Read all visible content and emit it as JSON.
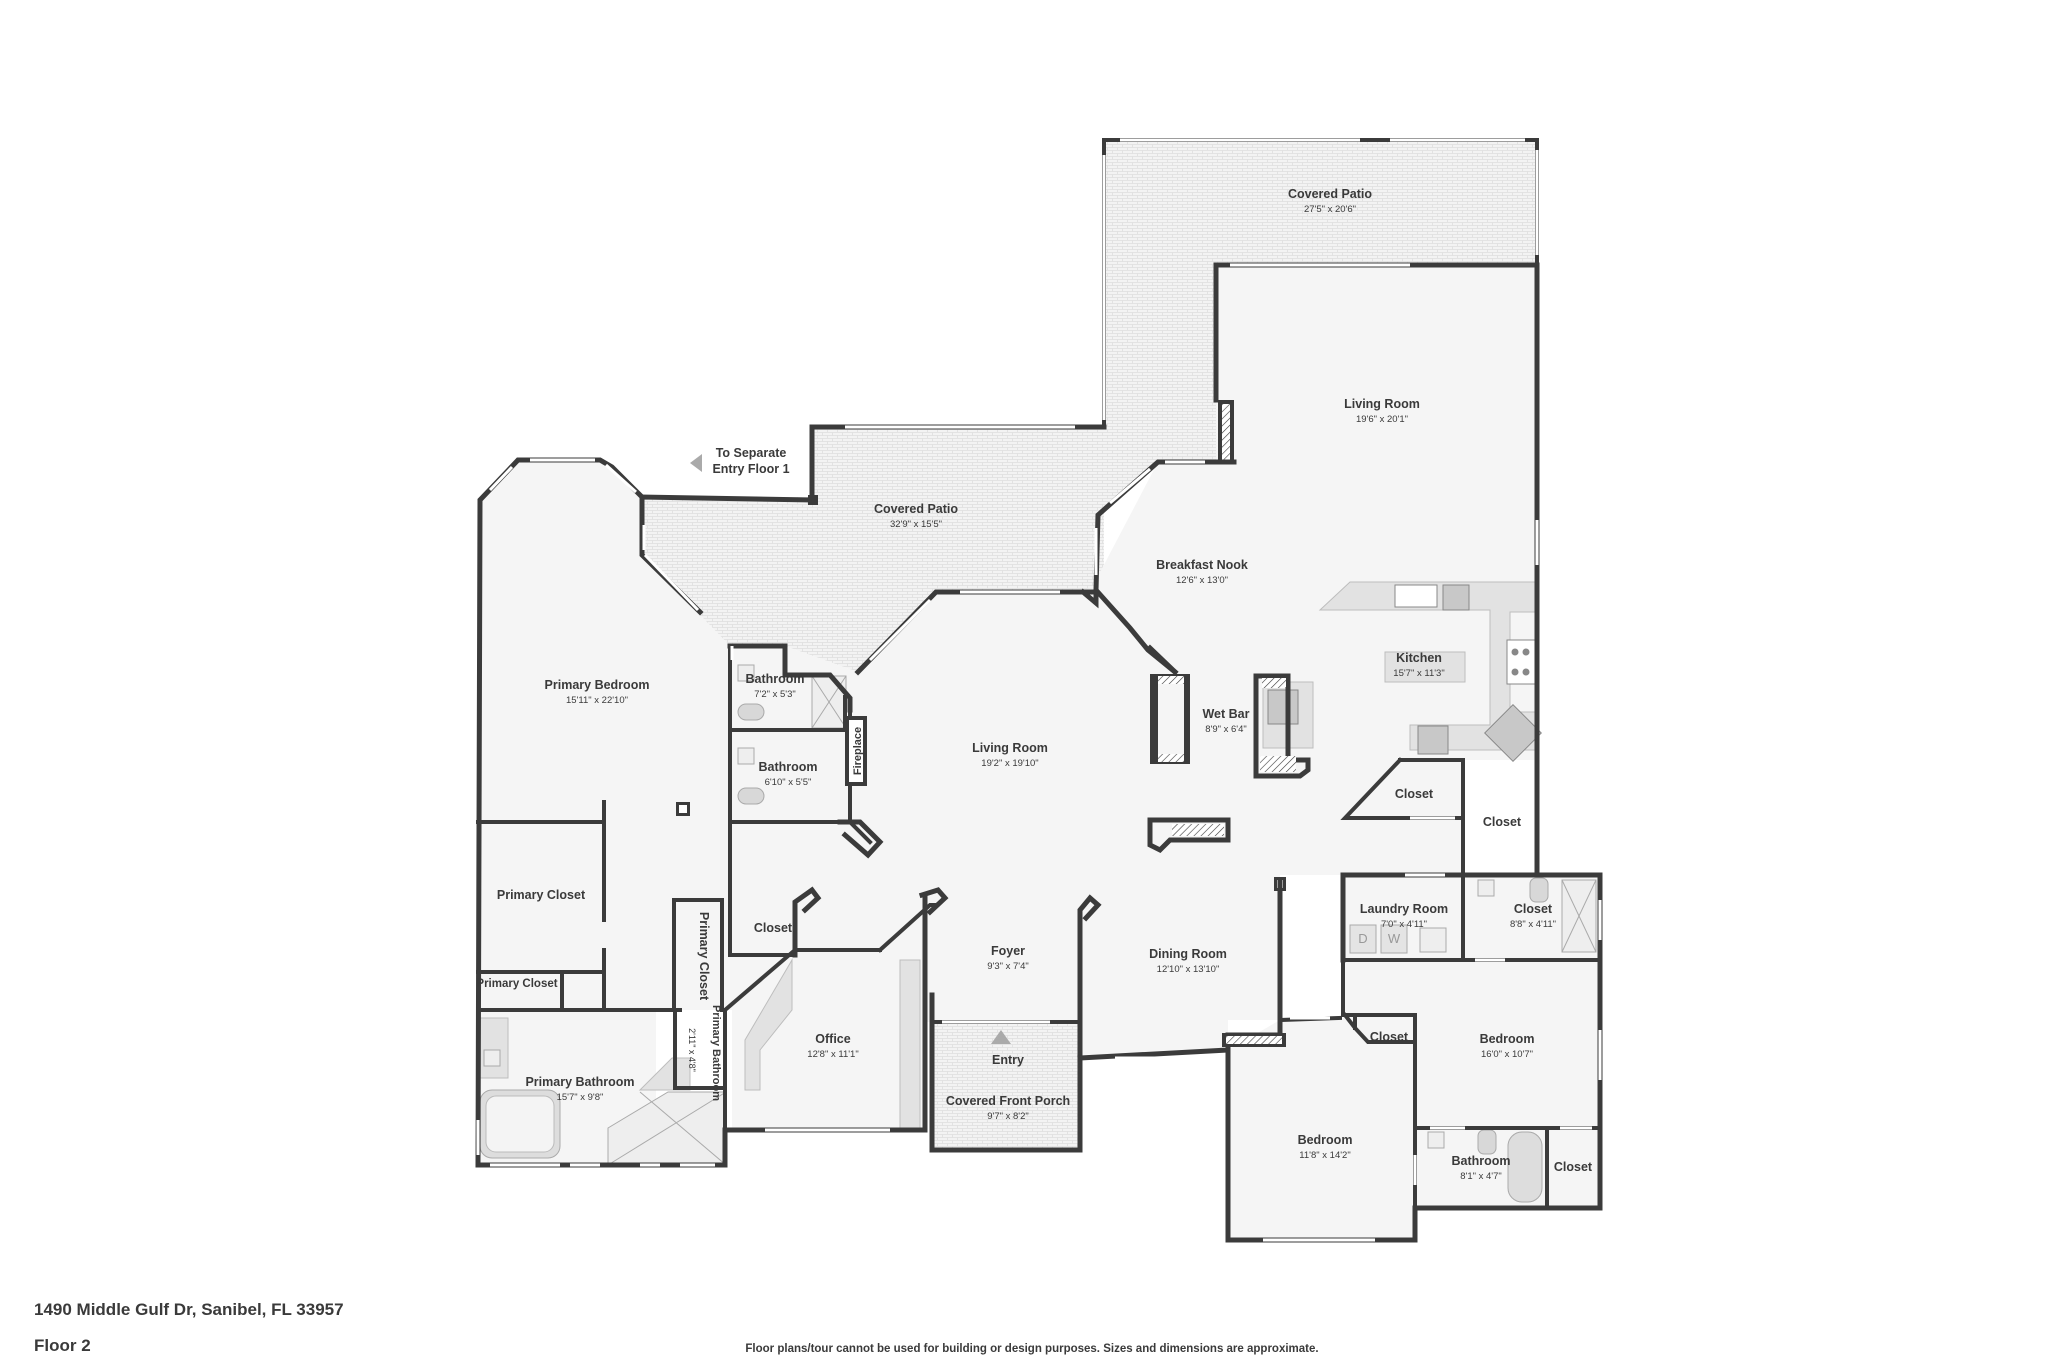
{
  "plan": {
    "rooms": {
      "covered_patio_top": {
        "name": "Covered Patio",
        "dims": "27'5\" x 20'6\""
      },
      "covered_patio_mid": {
        "name": "Covered Patio",
        "dims": "32'9\" x 15'5\""
      },
      "living_room_right": {
        "name": "Living Room",
        "dims": "19'6\" x 20'1\""
      },
      "breakfast_nook": {
        "name": "Breakfast Nook",
        "dims": "12'6\" x 13'0\""
      },
      "kitchen": {
        "name": "Kitchen",
        "dims": "15'7\" x 11'3\""
      },
      "wet_bar": {
        "name": "Wet Bar",
        "dims": "8'9\" x 6'4\""
      },
      "primary_bedroom": {
        "name": "Primary Bedroom",
        "dims": "15'11\" x 22'10\""
      },
      "bathroom_a": {
        "name": "Bathroom",
        "dims": "7'2\" x 5'3\""
      },
      "bathroom_b": {
        "name": "Bathroom",
        "dims": "6'10\" x 5'5\""
      },
      "fireplace": {
        "name": "Fireplace"
      },
      "living_room_center": {
        "name": "Living Room",
        "dims": "19'2\" x 19'10\""
      },
      "closet_upper": {
        "name": "Closet"
      },
      "closet_right": {
        "name": "Closet"
      },
      "primary_closet_large": {
        "name": "Primary Closet"
      },
      "primary_closet_vertical": {
        "name": "Primary Closet"
      },
      "primary_closet_small": {
        "name": "Primary Closet"
      },
      "closet_office": {
        "name": "Closet"
      },
      "foyer": {
        "name": "Foyer",
        "dims": "9'3\" x 7'4\""
      },
      "dining_room": {
        "name": "Dining Room",
        "dims": "12'10\" x 13'10\""
      },
      "laundry_room": {
        "name": "Laundry Room",
        "dims": "7'0\" x 4'11\""
      },
      "closet_laundry": {
        "name": "Closet",
        "dims": "8'8\" x 4'11\""
      },
      "office": {
        "name": "Office",
        "dims": "12'8\" x 11'1\""
      },
      "entry": {
        "name": "Entry"
      },
      "covered_front_porch": {
        "name": "Covered Front Porch",
        "dims": "9'7\" x 8'2\""
      },
      "primary_bathroom": {
        "name": "Primary Bathroom",
        "dims": "15'7\" x 9'8\""
      },
      "primary_bathroom_small": {
        "name": "Primary Bathroom",
        "dims": "2'11\" x 4'8\""
      },
      "closet_bed": {
        "name": "Closet"
      },
      "bedroom_right": {
        "name": "Bedroom",
        "dims": "16'0\" x 10'7\""
      },
      "bedroom_bottom": {
        "name": "Bedroom",
        "dims": "11'8\" x 14'2\""
      },
      "bathroom_c": {
        "name": "Bathroom",
        "dims": "8'1\" x 4'7\""
      },
      "closet_bath": {
        "name": "Closet"
      }
    },
    "separate_entry": {
      "line1": "To Separate",
      "line2": "Entry Floor 1"
    },
    "appliance_labels": {
      "dryer": "D",
      "washer": "W"
    }
  },
  "footer": {
    "address": "1490 Middle Gulf Dr, Sanibel, FL 33957",
    "floor": "Floor 2",
    "disclaimer": "Floor plans/tour cannot be used for building or design purposes. Sizes and dimensions are approximate."
  }
}
